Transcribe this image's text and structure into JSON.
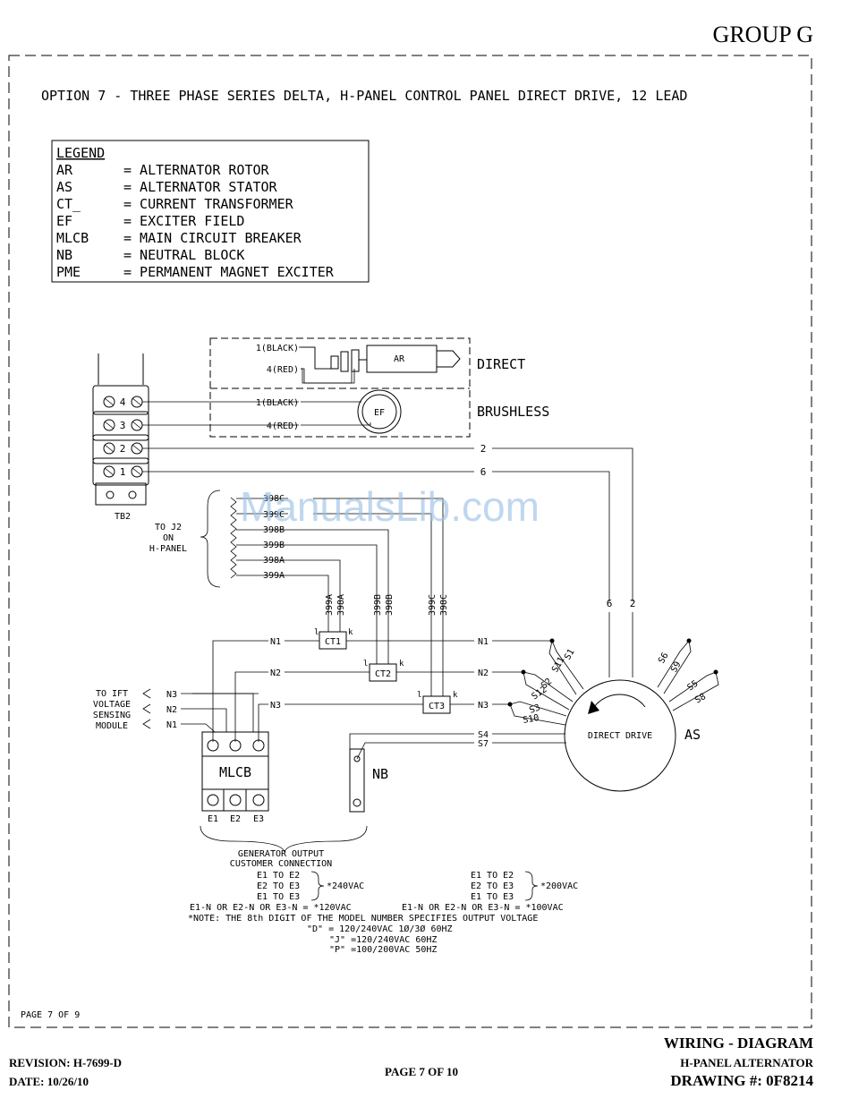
{
  "header": {
    "group": "GROUP G"
  },
  "title": "OPTION 7 - THREE PHASE SERIES DELTA, H-PANEL CONTROL PANEL DIRECT DRIVE, 12 LEAD",
  "legend": {
    "heading": "LEGEND",
    "items": [
      {
        "abbr": "AR",
        "desc": "= ALTERNATOR ROTOR"
      },
      {
        "abbr": "AS",
        "desc": "= ALTERNATOR STATOR"
      },
      {
        "abbr": "CT_",
        "desc": "= CURRENT TRANSFORMER"
      },
      {
        "abbr": "EF",
        "desc": "= EXCITER FIELD"
      },
      {
        "abbr": "MLCB",
        "desc": "= MAIN CIRCUIT BREAKER"
      },
      {
        "abbr": "NB",
        "desc": "= NEUTRAL BLOCK"
      },
      {
        "abbr": "PME",
        "desc": "= PERMANENT MAGNET EXCITER"
      }
    ]
  },
  "exciter": {
    "direct_label": "DIRECT",
    "brushless_label": "BRUSHLESS",
    "black_wire": "1(BLACK)",
    "red_wire": "4(RED)",
    "rotor": "AR",
    "field": "EF"
  },
  "tb2": {
    "label": "TB2",
    "terminals": [
      "4",
      "3",
      "2",
      "1"
    ]
  },
  "wires": {
    "w2": "2",
    "w6": "6"
  },
  "j2": {
    "label": "TO J2\nON\nH-PANEL",
    "leads": [
      "398C",
      "399C",
      "398B",
      "399B",
      "398A",
      "399A"
    ]
  },
  "ct": {
    "names": [
      "CT1",
      "CT2",
      "CT3"
    ],
    "pairs": [
      [
        "399A",
        "398A"
      ],
      [
        "399B",
        "398B"
      ],
      [
        "399C",
        "398C"
      ]
    ],
    "pol_l": "l",
    "pol_k": "k"
  },
  "lines": {
    "n1": "N1",
    "n2": "N2",
    "n3": "N3",
    "s4": "S4",
    "s7": "S7"
  },
  "ift": {
    "label": "TO IFT\nVOLTAGE\nSENSING\nMODULE",
    "leads": [
      "N3",
      "N2",
      "N1"
    ]
  },
  "mlcb": {
    "label": "MLCB",
    "terms": [
      "E1",
      "E2",
      "E3"
    ]
  },
  "nb": {
    "label": "NB"
  },
  "stator": {
    "center_label": "DIRECT DRIVE",
    "label": "AS",
    "leads": [
      "S1",
      "S11",
      "S2",
      "S12",
      "S3",
      "S10",
      "S6",
      "S9",
      "S5",
      "S8"
    ],
    "top_leads": [
      "6",
      "2"
    ]
  },
  "output": {
    "title": "GENERATOR OUTPUT",
    "subtitle": "CUSTOMER CONNECTION",
    "pairs": [
      "E1 TO E2",
      "E2 TO E3",
      "E1 TO E3"
    ],
    "v240": "*240VAC",
    "v200": "*200VAC",
    "line_n_120": "E1-N OR E2-N OR E3-N = *120VAC",
    "line_n_100": "E1-N OR E2-N OR E3-N = *100VAC",
    "note": "*NOTE: THE 8th DIGIT OF THE MODEL NUMBER SPECIFIES OUTPUT VOLTAGE",
    "d": "\"D\" = 120/240VAC 1Ø/3Ø 60HZ",
    "j": "\"J\" =120/240VAC 60HZ",
    "p": "\"P\" =100/200VAC 50HZ"
  },
  "inner_page": "PAGE 7 OF 9",
  "watermark": "ManualsLib.com",
  "footer": {
    "revision": "REVISION: H-7699-D",
    "date": "DATE: 10/26/10",
    "page": "PAGE 7 OF 10",
    "diagram_type": "WIRING - DIAGRAM",
    "subject": "H-PANEL ALTERNATOR",
    "drawing": "DRAWING #: 0F8214"
  }
}
